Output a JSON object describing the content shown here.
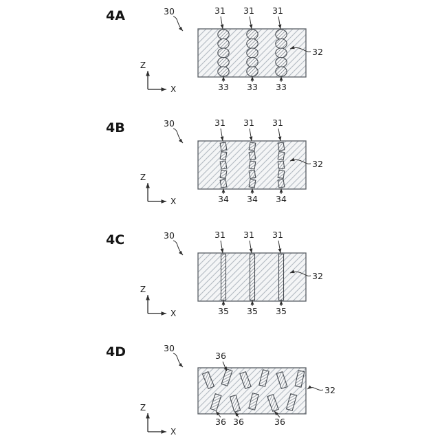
{
  "panels": [
    {
      "title": "4A",
      "body_ref": "30",
      "column_refs_top": [
        "31",
        "31",
        "31"
      ],
      "body_label": "32",
      "column_refs_bottom": [
        "33",
        "33",
        "33"
      ],
      "axis_vertical": "Z",
      "axis_horizontal": "X"
    },
    {
      "title": "4B",
      "body_ref": "30",
      "column_refs_top": [
        "31",
        "31",
        "31"
      ],
      "body_label": "32",
      "column_refs_bottom": [
        "34",
        "34",
        "34"
      ],
      "axis_vertical": "Z",
      "axis_horizontal": "X"
    },
    {
      "title": "4C",
      "body_ref": "30",
      "column_refs_top": [
        "31",
        "31",
        "31"
      ],
      "body_label": "32",
      "column_refs_bottom": [
        "35",
        "35",
        "35"
      ],
      "axis_vertical": "Z",
      "axis_horizontal": "X"
    },
    {
      "title": "4D",
      "body_ref": "30",
      "column_refs_top": [
        "36"
      ],
      "body_label": "32",
      "column_refs_bottom": [
        "36",
        "36",
        "36"
      ],
      "axis_vertical": "Z",
      "axis_horizontal": "X"
    }
  ]
}
